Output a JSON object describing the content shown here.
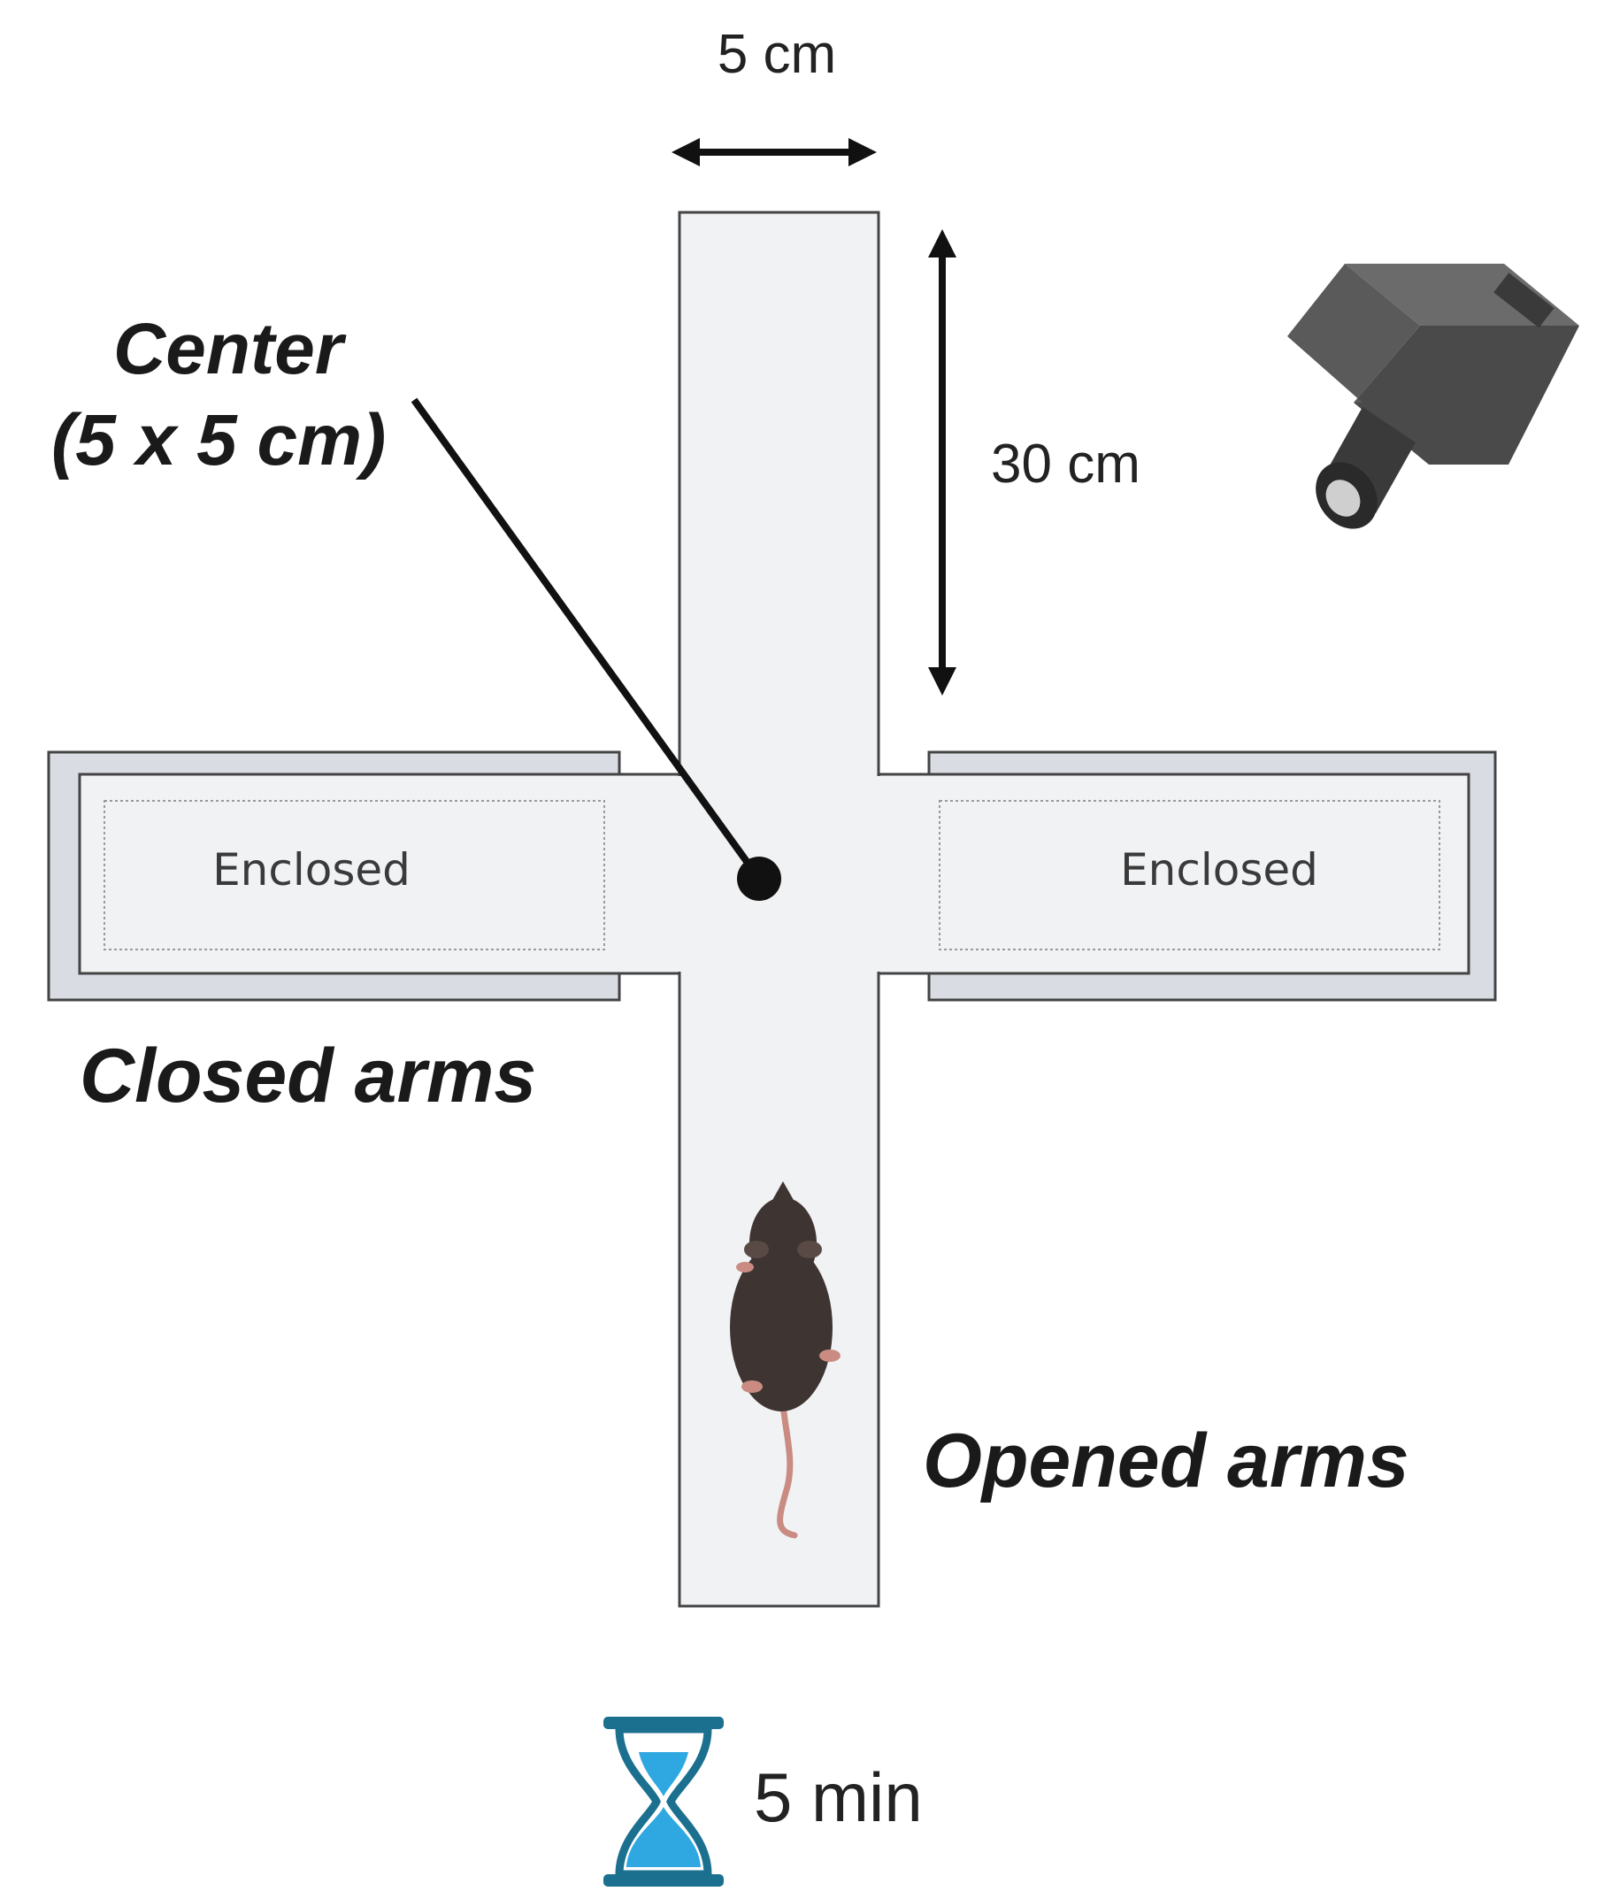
{
  "labels": {
    "width_dim": "5 cm",
    "length_dim": "30 cm",
    "center_line1": "Center",
    "center_line2": "(5 x 5 cm)",
    "closed_arms": "Closed arms",
    "opened_arms": "Opened arms",
    "enclosed_left": "Enclosed",
    "enclosed_right": "Enclosed",
    "duration": "5 min"
  },
  "icons": {
    "camera": "camera-icon",
    "mouse": "mouse-icon",
    "timer": "hourglass-icon"
  },
  "colors": {
    "maze_fill": "#f1f2f4",
    "wall_fill": "#d9dde3",
    "outline": "#444444",
    "arrow": "#111111",
    "hourglass_frame": "#1b6f8f",
    "hourglass_sand": "#2fa7e0",
    "camera_body": "#5a5a5a",
    "mouse_body": "#3e3431",
    "mouse_tail": "#c98b82"
  }
}
